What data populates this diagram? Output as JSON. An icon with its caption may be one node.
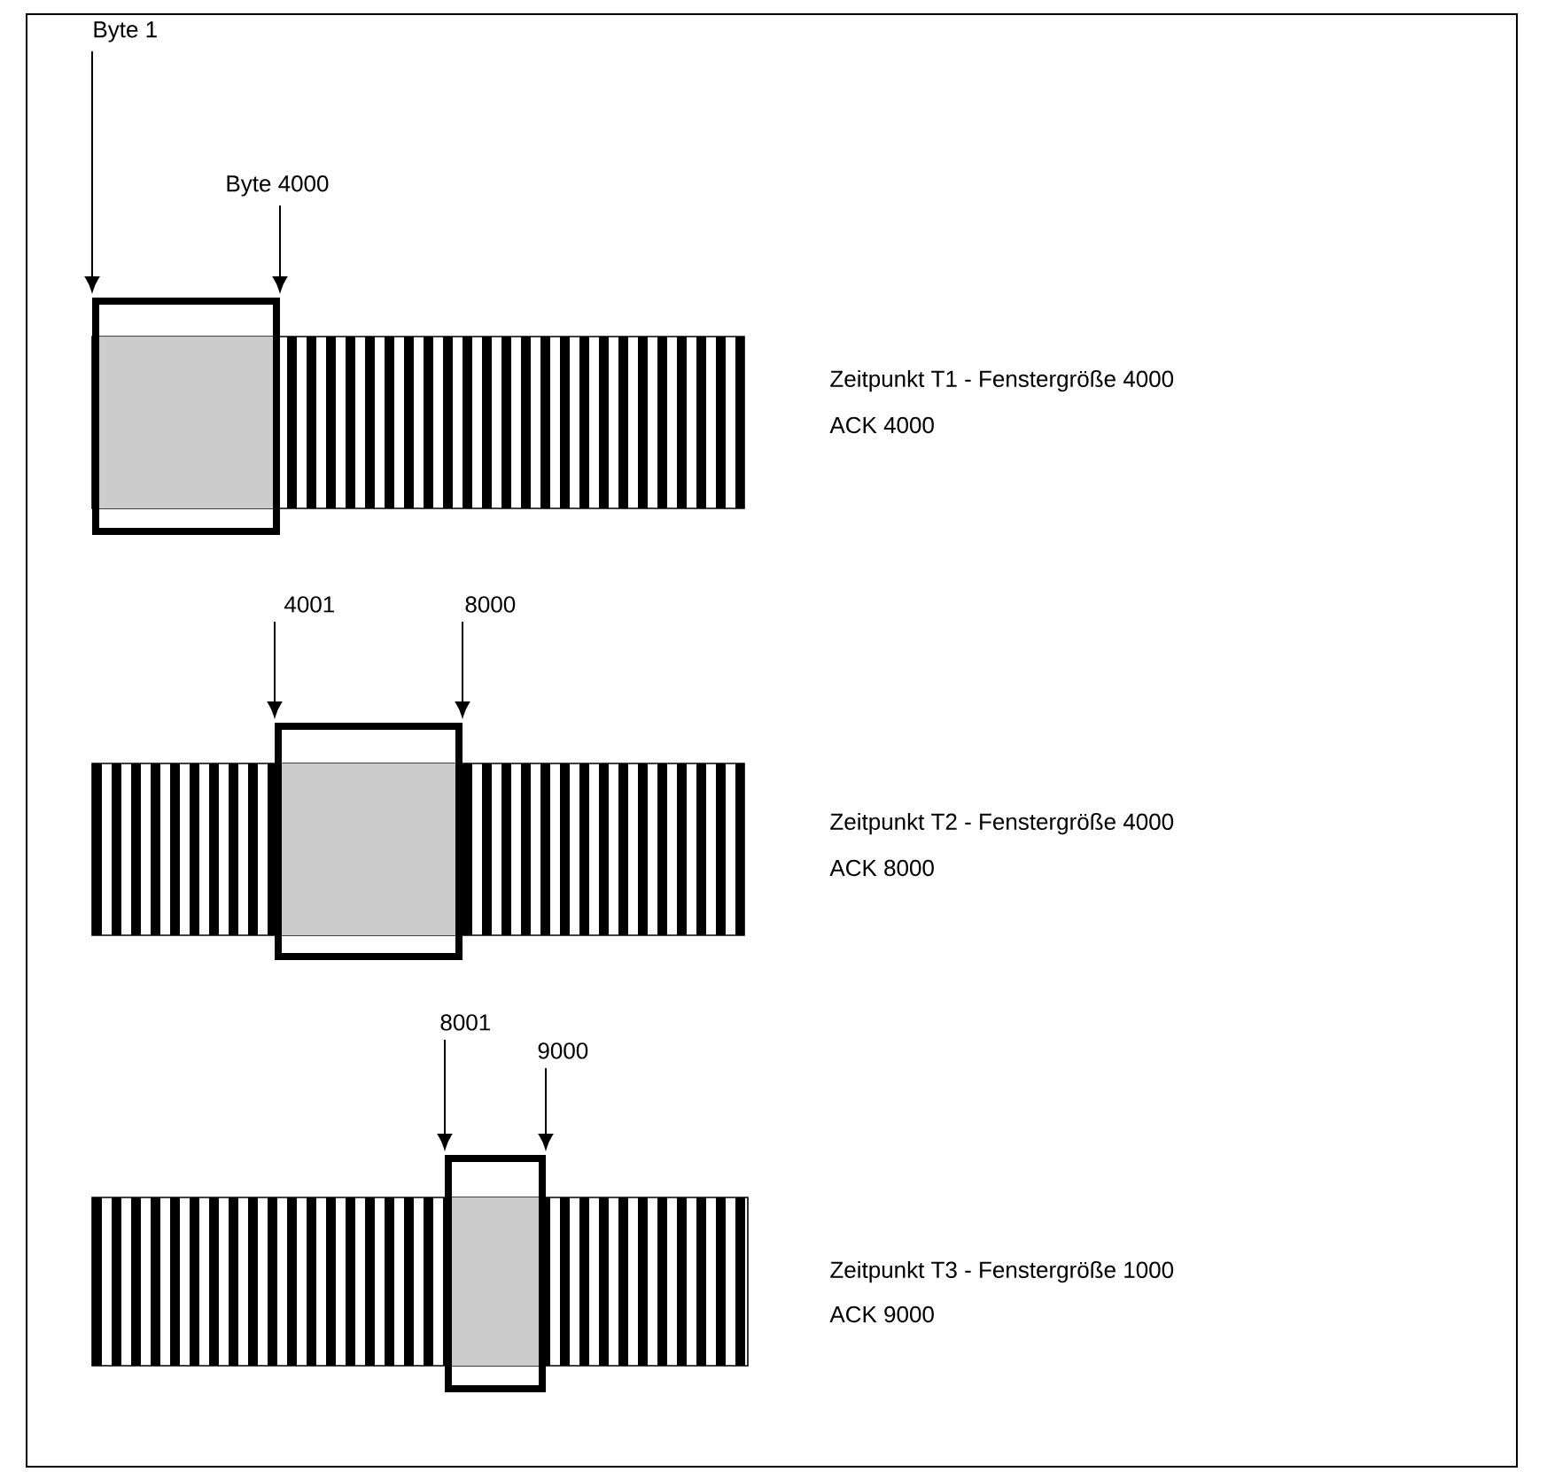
{
  "diagram": {
    "nodes": [
      {
        "text": [
          "Byte 1"
        ]
      },
      {
        "text": [
          "Byte 4000"
        ]
      },
      {
        "text": [],
        "shape": "box"
      },
      {
        "text": [
          "4001"
        ]
      },
      {
        "text": [
          "8000"
        ]
      },
      {
        "text": [],
        "shape": "box"
      },
      {
        "text": [
          "8001"
        ]
      },
      {
        "text": [
          "9000"
        ]
      },
      {
        "text": [],
        "shape": "box"
      }
    ],
    "edges": [
      {
        "from": 0,
        "to": 2,
        "arrow": "to"
      },
      {
        "from": 1,
        "to": 2,
        "arrow": "to"
      },
      {
        "from": 3,
        "to": 5,
        "arrow": "to"
      },
      {
        "from": 4,
        "to": 5,
        "arrow": "to"
      },
      {
        "from": 6,
        "to": 8,
        "arrow": "to"
      },
      {
        "from": 7,
        "to": 8,
        "arrow": "to"
      }
    ],
    "labels": [
      "Zeitpunkt T1 - Fenstergröße 4000",
      "ACK 4000",
      "Zeitpunkt T2 - Fenstergröße 4000",
      "ACK 8000",
      "Zeitpunkt T3 - Fenstergröße 1000",
      "ACK 9000"
    ]
  }
}
